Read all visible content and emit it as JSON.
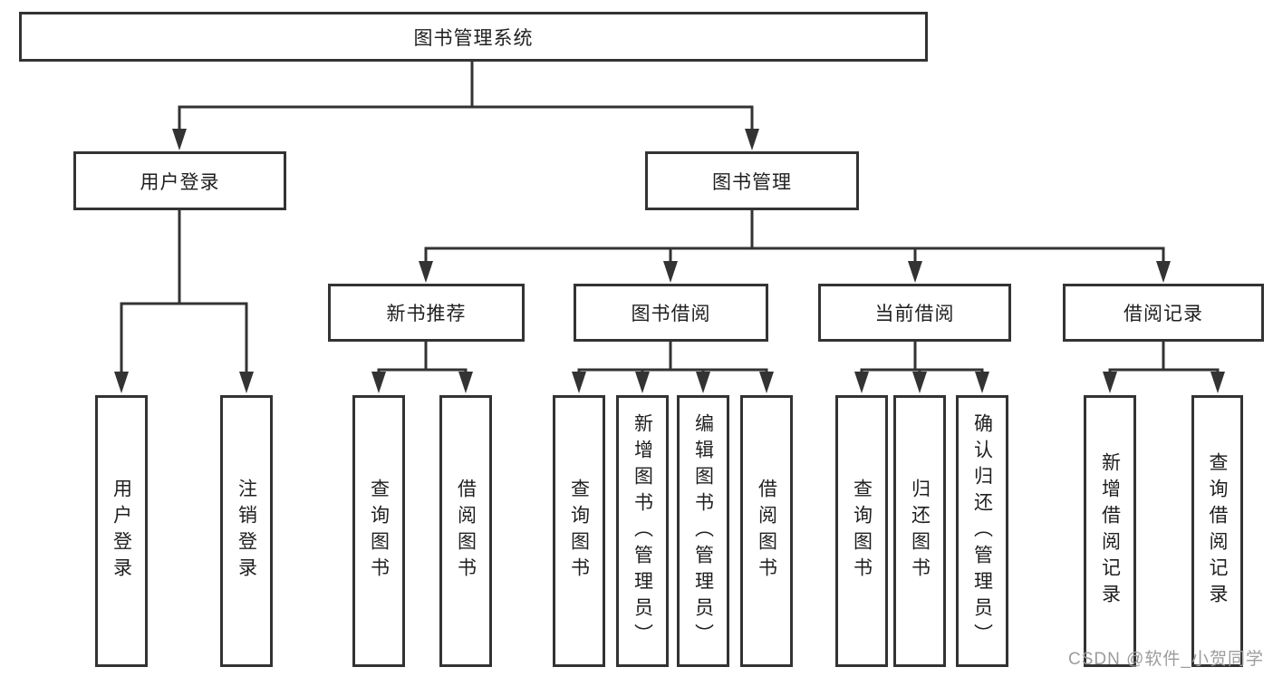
{
  "diagram": {
    "root": {
      "label": "图书管理系统"
    },
    "level2": [
      {
        "id": "user-login",
        "label": "用户登录"
      },
      {
        "id": "book-mgmt",
        "label": "图书管理"
      }
    ],
    "level3": [
      {
        "id": "new-book-rec",
        "label": "新书推荐",
        "parent": "book-mgmt"
      },
      {
        "id": "book-borrow",
        "label": "图书借阅",
        "parent": "book-mgmt"
      },
      {
        "id": "current-borrow",
        "label": "当前借阅",
        "parent": "book-mgmt"
      },
      {
        "id": "borrow-record",
        "label": "借阅记录",
        "parent": "book-mgmt"
      }
    ],
    "leaves": [
      {
        "label": "用户登录",
        "parent": "user-login"
      },
      {
        "label": "注销登录",
        "parent": "user-login"
      },
      {
        "label": "查询图书",
        "parent": "new-book-rec"
      },
      {
        "label": "借阅图书",
        "parent": "new-book-rec"
      },
      {
        "label": "查询图书",
        "parent": "book-borrow"
      },
      {
        "label": "新增图书（管理员）",
        "parent": "book-borrow"
      },
      {
        "label": "编辑图书（管理员）",
        "parent": "book-borrow"
      },
      {
        "label": "借阅图书",
        "parent": "book-borrow"
      },
      {
        "label": "查询图书",
        "parent": "current-borrow"
      },
      {
        "label": "归还图书",
        "parent": "current-borrow"
      },
      {
        "label": "确认归还（管理员）",
        "parent": "current-borrow"
      },
      {
        "label": "新增借阅记录",
        "parent": "borrow-record"
      },
      {
        "label": "查询借阅记录",
        "parent": "borrow-record"
      }
    ]
  },
  "watermark": {
    "text": "CSDN @软件_小贺同学"
  },
  "colors": {
    "line": "#333333",
    "text": "#1f1f1f",
    "watermark": "#9c9c9c",
    "background": "#ffffff"
  }
}
